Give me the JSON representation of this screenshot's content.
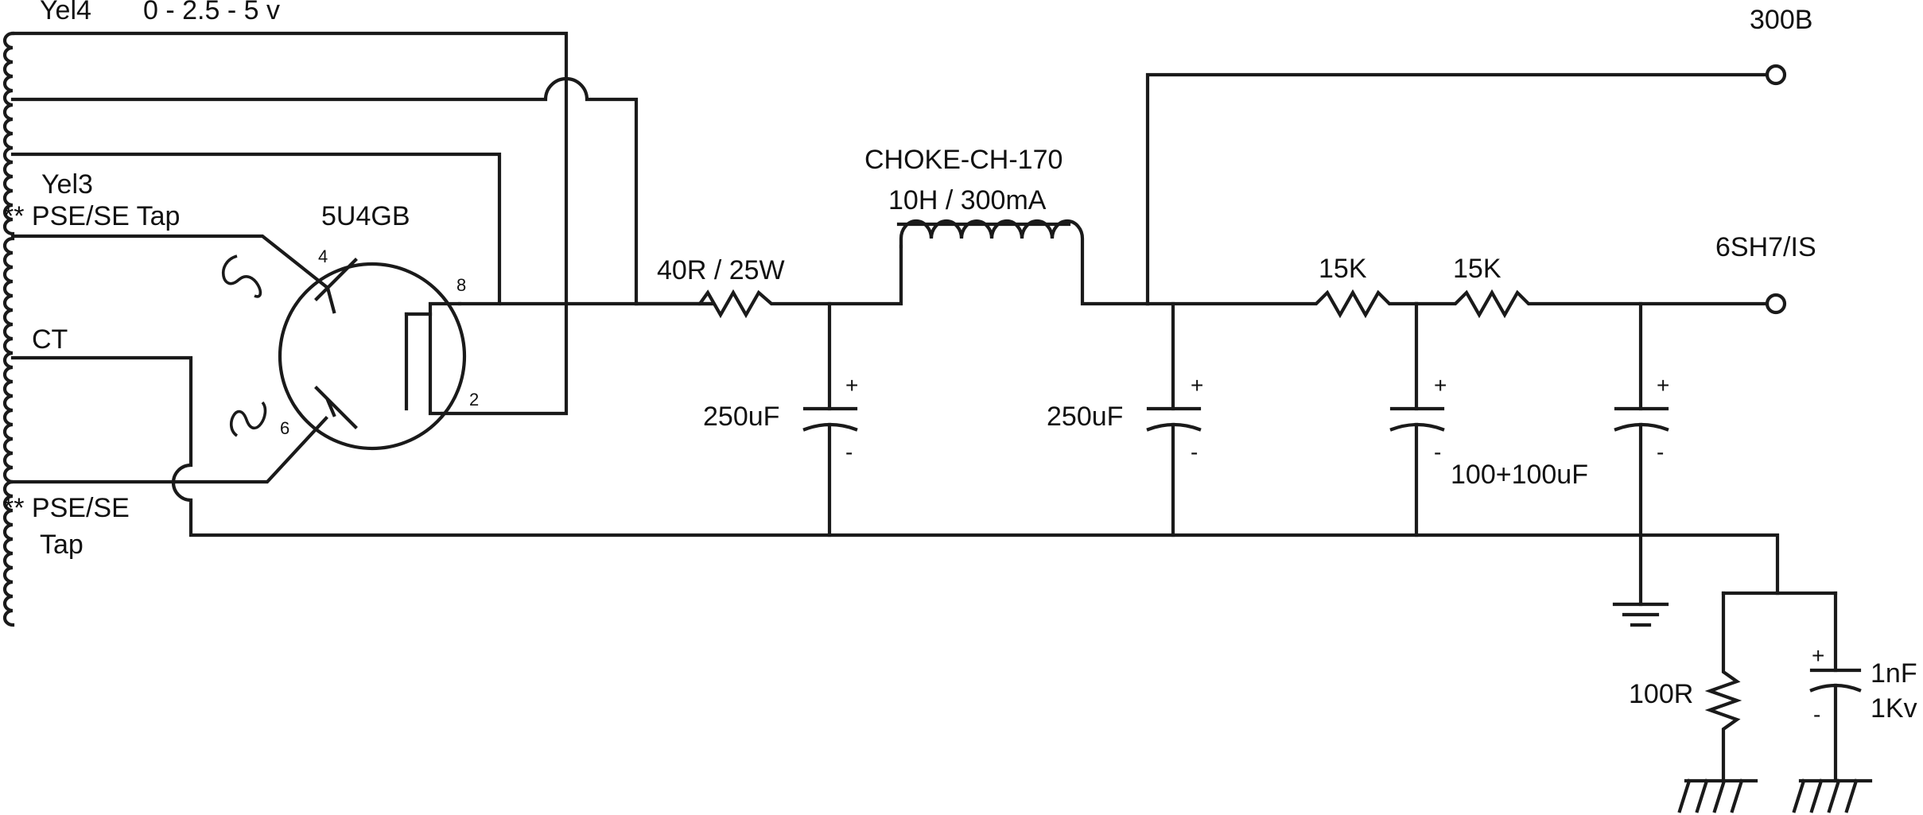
{
  "labels": {
    "yel4": "Yel4",
    "heater_voltage": "0 - 2.5 - 5 v",
    "yel3": "Yel3",
    "pse_se_tap_top": "** PSE/SE Tap",
    "ct": "CT",
    "pse_se_bottom_line1": "** PSE/SE",
    "pse_se_bottom_line2": "Tap",
    "rectifier_tube": "5U4GB",
    "pin4": "4",
    "pin6": "6",
    "pin8": "8",
    "pin2": "2",
    "series_resistor": "40R / 25W",
    "choke_name": "CHOKE-CH-170",
    "choke_spec": "10H / 300mA",
    "cap1": "250uF",
    "cap2": "250uF",
    "r_15k_1": "15K",
    "r_15k_2": "15K",
    "cap_dual": "100+100uF",
    "out_300b": "300B",
    "out_6sh7": "6SH7/IS",
    "r_100": "100R",
    "cap_1nf_line1": "1nF",
    "cap_1nf_line2": "1Kv",
    "plus": "+",
    "minus": "-"
  }
}
